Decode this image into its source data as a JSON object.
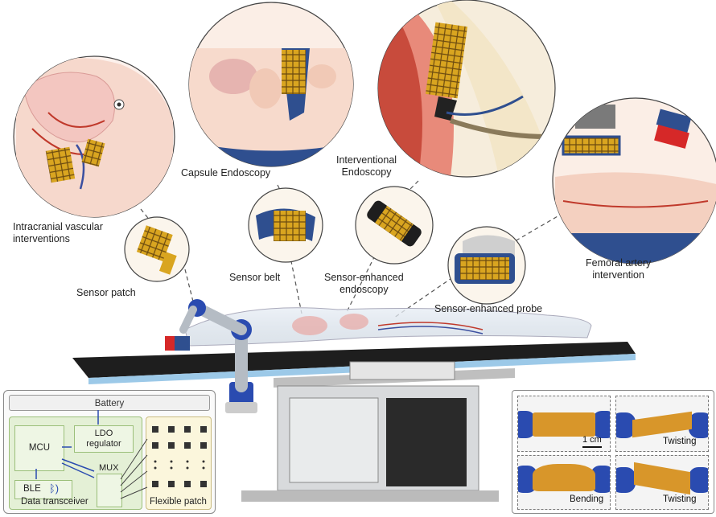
{
  "labels": {
    "intracranial": "Intracranial vascular\ninterventions",
    "capsule": "Capsule Endoscopy",
    "interventional": "Interventional\nEndoscopy",
    "femoral": "Femoral artery\nintervention",
    "sensor_patch": "Sensor patch",
    "sensor_belt": "Sensor belt",
    "sensor_endoscopy": "Sensor-enhanced\nendoscopy",
    "sensor_probe": "Sensor-enhanced probe"
  },
  "circuit": {
    "battery": "Battery",
    "ldo": "LDO\nregulator",
    "mcu": "MCU",
    "mux": "MUX",
    "ble": "BLE",
    "data_transceiver": "Data transceiver",
    "flexible_patch": "Flexible patch"
  },
  "photos": {
    "scale": "1 cm",
    "twisting_1": "Twisting",
    "bending": "Bending",
    "twisting_2": "Twisting"
  },
  "colors": {
    "sensor_gold": "#d9a520",
    "sensor_dark": "#6b4a10",
    "device_blue": "#2f4f8f",
    "glove_blue": "#2a4bb0",
    "circuit_green": "#e4f0d6",
    "patch_yellow": "#fbf6dc",
    "table_black": "#1e1e1e",
    "table_stripe": "#9cc9e8"
  }
}
